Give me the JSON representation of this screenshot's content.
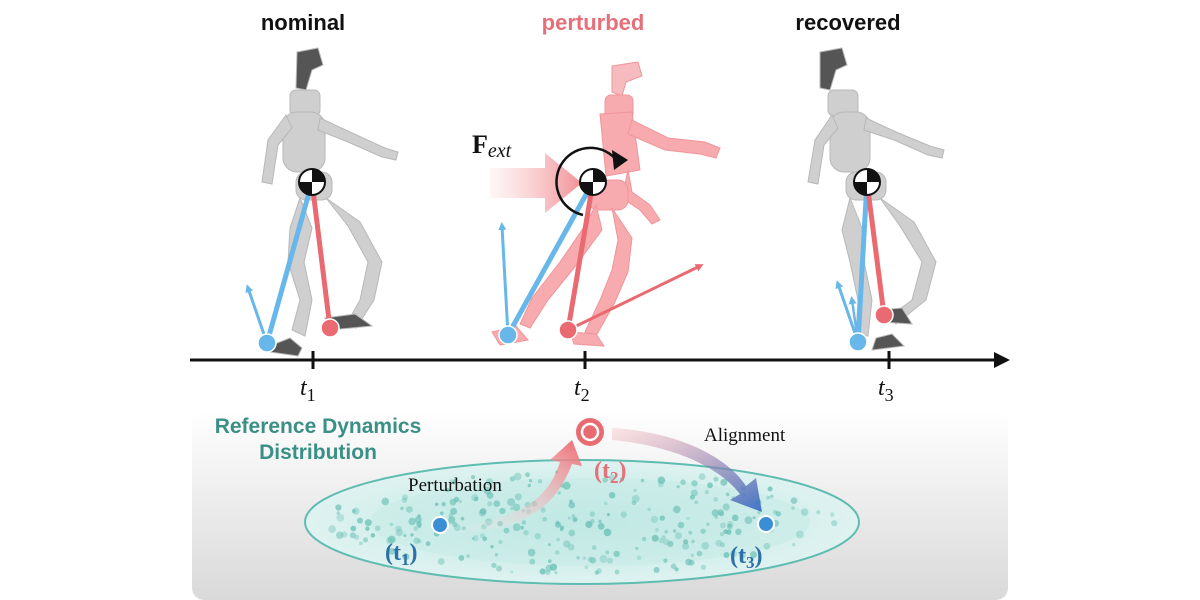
{
  "stages": [
    {
      "label": "nominal",
      "time_label": "t",
      "time_sub": "1",
      "color": "#111111"
    },
    {
      "label": "perturbed",
      "time_label": "t",
      "time_sub": "2",
      "color": "#e5707a"
    },
    {
      "label": "recovered",
      "time_label": "t",
      "time_sub": "3",
      "color": "#111111"
    }
  ],
  "force_label": {
    "main": "F",
    "sub": "ext"
  },
  "distribution": {
    "title_line1": "Reference Dynamics",
    "title_line2": "Distribution",
    "perturbation_label": "Perturbation",
    "alignment_label": "Alignment",
    "states": [
      {
        "text": "(t",
        "sub": "1",
        "close": ")"
      },
      {
        "text": "(t",
        "sub": "2",
        "close": ")"
      },
      {
        "text": "(t",
        "sub": "3",
        "close": ")"
      }
    ]
  },
  "colors": {
    "blue": "#67b7ea",
    "red": "#ea6a72",
    "teal": "#3a8f86",
    "dark_blue": "#2d6fa8"
  }
}
